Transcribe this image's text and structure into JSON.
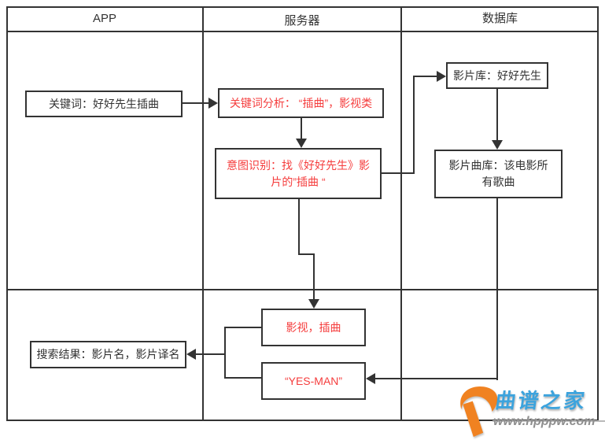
{
  "diagram": {
    "columns": [
      "APP",
      "服务器",
      "数据库"
    ],
    "nodes": {
      "keyword": "关键词：好好先生插曲",
      "analysis": "关键词分析： “插曲”，影视类",
      "intent": "意图识别：找《好好先生》影片的”插曲 “",
      "movie_lib": "影片库：好好先生",
      "song_lib": "影片曲库：该电影所有歌曲",
      "result_type": "影视，插曲",
      "yes_man": "“YES-MAN”",
      "search_result": "搜索结果：影片名，影片译名"
    },
    "colors": {
      "line": "#333333",
      "red_text": "#f53d3d",
      "black_text": "#333333"
    }
  },
  "watermark": {
    "site_name": "曲谱之家",
    "site_url": "www.hpppw.com",
    "logo_color": "#F08221",
    "name_color": "#3CA3DD",
    "url_color": "#8f8f8f"
  }
}
